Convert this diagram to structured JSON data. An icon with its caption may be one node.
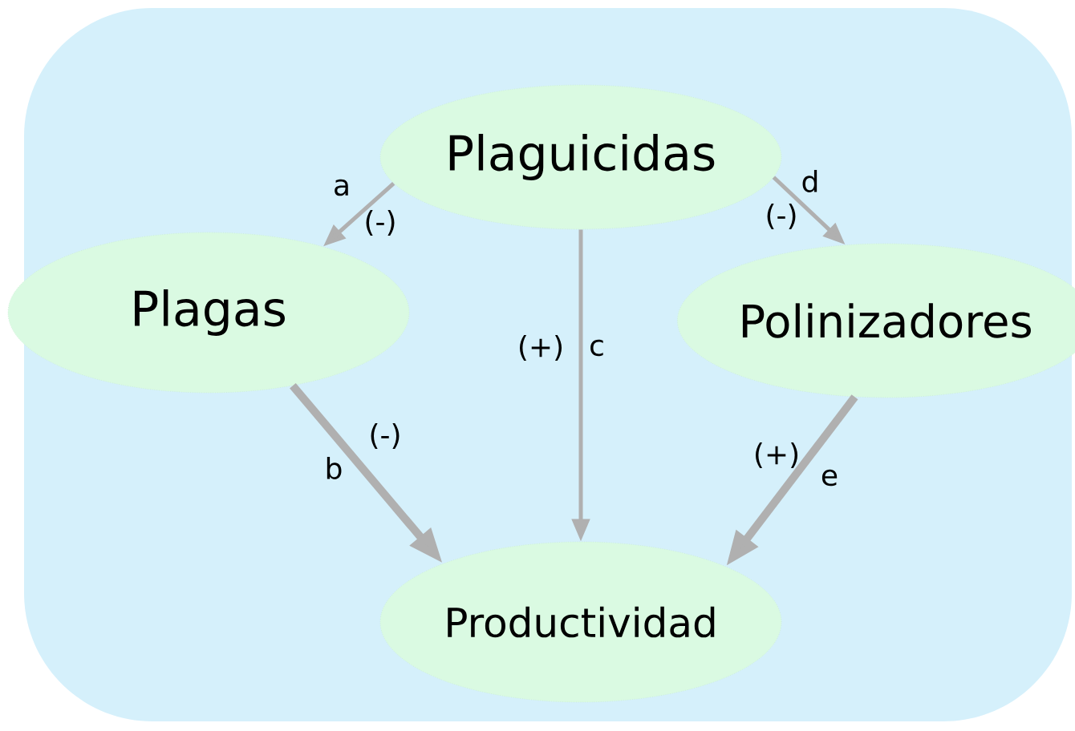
{
  "diagram": {
    "nodes": [
      {
        "text": [],
        "shape": "box"
      },
      {
        "text": [
          "Plaguicidas"
        ],
        "in": 0
      },
      {
        "text": [
          "Plagas"
        ],
        "in": 0
      },
      {
        "text": [
          "Polinizadores"
        ],
        "in": 0
      },
      {
        "text": [
          "Productividad"
        ],
        "in": 0
      }
    ],
    "edges": [
      {
        "from": 1,
        "to": 2,
        "arrow": "to",
        "label": "a"
      },
      {
        "from": 2,
        "to": 4,
        "arrow": "to",
        "label": "b",
        "style": "thick"
      },
      {
        "from": 1,
        "to": 4,
        "arrow": "to",
        "label": "c"
      },
      {
        "from": 1,
        "to": 3,
        "arrow": "to",
        "label": "d"
      },
      {
        "from": 3,
        "to": 4,
        "arrow": "to",
        "label": "e",
        "style": "thick"
      }
    ],
    "labels": [
      "(-)",
      "(-)",
      "(+)",
      "(-)",
      "(+)"
    ]
  }
}
